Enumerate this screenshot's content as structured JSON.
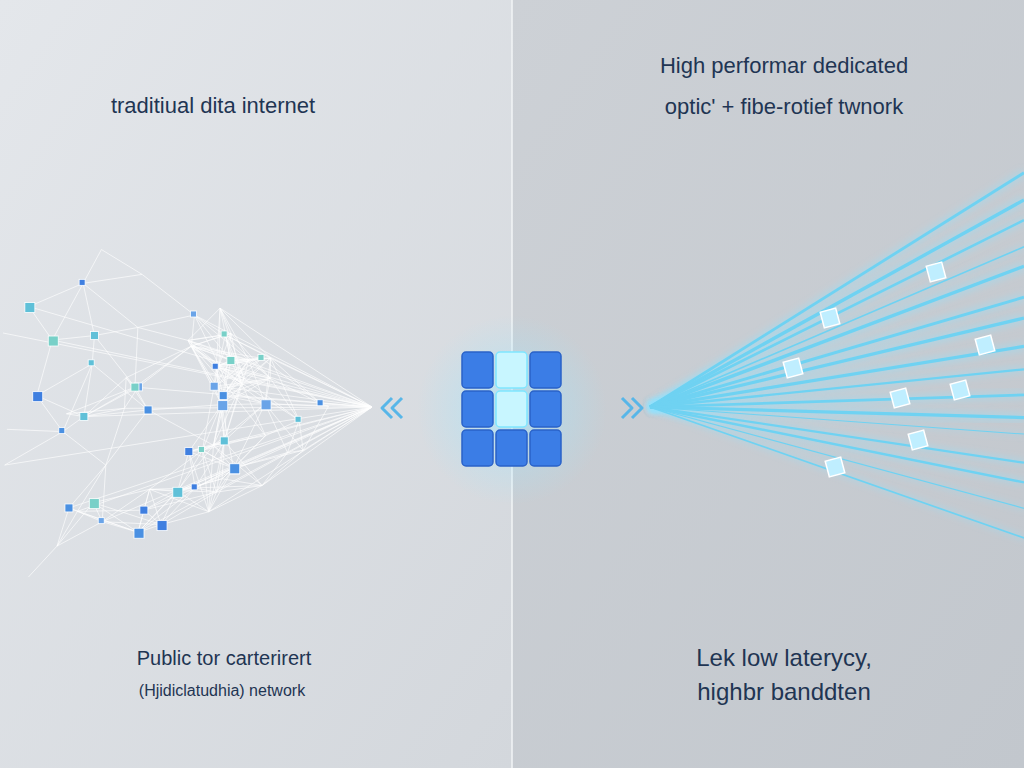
{
  "diagram": {
    "labels": [
      "traditiual dita internet",
      "High performar dedicated optic' + fibe-rotief twnork",
      "Public tor carterirert",
      "(Hjidiclatudhia) network",
      "Lek low laterycy, highbr banddten"
    ]
  }
}
